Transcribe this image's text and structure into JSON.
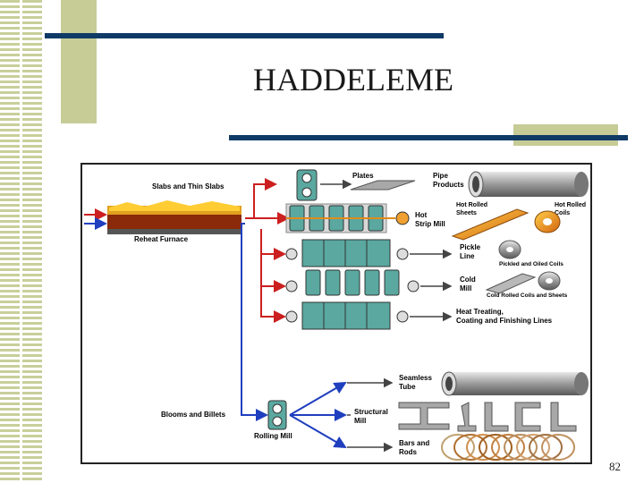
{
  "slide": {
    "title": "HADDELEME",
    "page_number": "82"
  },
  "diagram": {
    "inputs": {
      "slabs": "Slabs and Thin Slabs",
      "reheat": "Reheat Furnace",
      "blooms": "Blooms and Billets"
    },
    "mills": {
      "hot_strip_1": "Hot",
      "hot_strip_2": "Strip Mill",
      "rolling_mill": "Rolling Mill",
      "structural_1": "Structural",
      "structural_2": "Mill"
    },
    "products": {
      "plates": "Plates",
      "pipe_1": "Pipe",
      "pipe_2": "Products",
      "hr_sheets_1": "Hot Rolled",
      "hr_sheets_2": "Sheets",
      "hr_coils_1": "Hot Rolled",
      "hr_coils_2": "Coils",
      "pickle_1": "Pickle",
      "pickle_2": "Line",
      "pickled_coils": "Pickled and Oiled Coils",
      "cold_1": "Cold",
      "cold_2": "Mill",
      "cold_coils": "Cold Rolled Coils and Sheets",
      "heat_1": "Heat Treating,",
      "heat_2": "Coating and Finishing Lines",
      "seamless_1": "Seamless",
      "seamless_2": "Tube",
      "bars_1": "Bars and",
      "bars_2": "Rods"
    },
    "colors": {
      "red_flow": "#cc1f1f",
      "blue_flow": "#1f3fbf",
      "mill_teal": "#5aa8a0"
    }
  }
}
